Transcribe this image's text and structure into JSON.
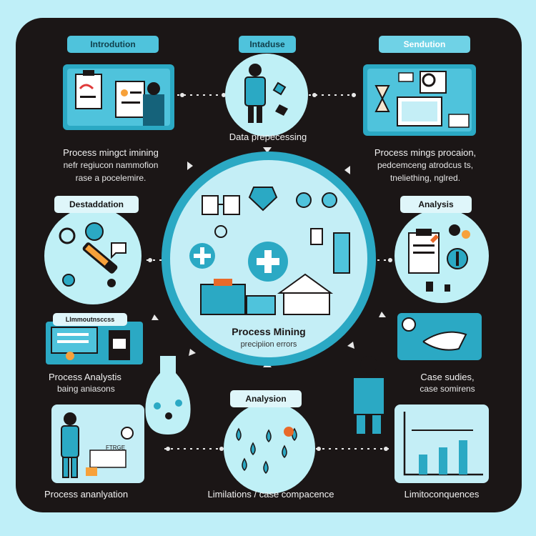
{
  "labels": {
    "introduction": "Introdution",
    "intaduse": "Intaduse",
    "sendution": "Sendution",
    "destadation": "Destaddation",
    "analysis": "Analysis",
    "limitations_tag": "Llmmoutnsccss",
    "analysion": "Analysion",
    "ftrage": "FTRGE"
  },
  "captions": {
    "data_preprocessing": "Data prepecessing",
    "left_top_1": "Process mingct imining",
    "left_top_2": "nefr regiucon nammofion",
    "left_top_3": "rase a pocelemire.",
    "right_top_1": "Process mings procaion,",
    "right_top_2": "pedcemceng atrodcus ts,",
    "right_top_3": "tneliething, nglred.",
    "process_analystis": "Process Analystis",
    "baing_aniasons": "baing aniasons",
    "case_sudies": "Case sudies,",
    "case_somirens": "case somirens",
    "process_ananlyation": "Process ananlyation",
    "limilations": "Limilations / case compacence",
    "limitoconquences": "Limitoconquences"
  },
  "center": {
    "title": "Process Mining",
    "subtitle": "precipiion errors"
  },
  "colors": {
    "background": "#bfeff8",
    "panel": "#1b1616",
    "accent": "#2ba9c4",
    "light": "#c4eef6",
    "warning": "#f7a13a"
  }
}
